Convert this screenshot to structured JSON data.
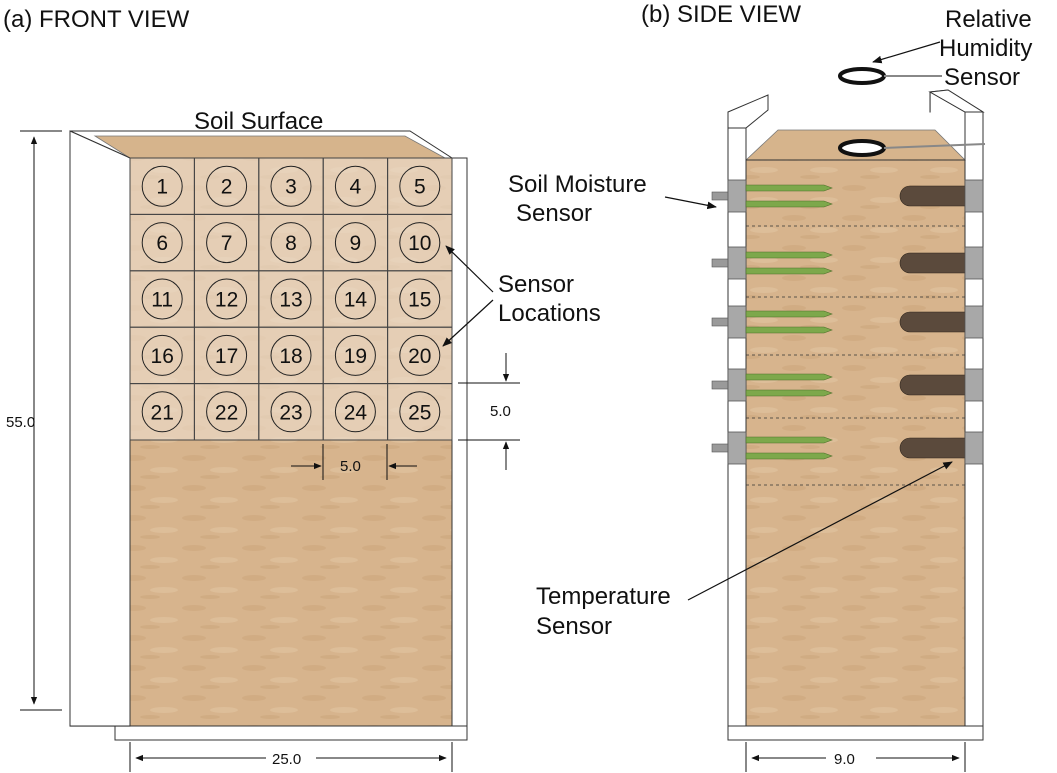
{
  "panels": {
    "front": {
      "title": "(a) FRONT VIEW",
      "surface_label": "Soil Surface",
      "sensor_label_line1": "Sensor",
      "sensor_label_line2": "Locations",
      "sensor_numbers": [
        "1",
        "2",
        "3",
        "4",
        "5",
        "6",
        "7",
        "8",
        "9",
        "10",
        "11",
        "12",
        "13",
        "14",
        "15",
        "16",
        "17",
        "18",
        "19",
        "20",
        "21",
        "22",
        "23",
        "24",
        "25"
      ],
      "dim_height": "55.0",
      "dim_width": "25.0",
      "dim_cell_vertical": "5.0",
      "dim_cell_horizontal": "5.0"
    },
    "side": {
      "title": "(b) SIDE VIEW",
      "rh_line1": "Relative",
      "rh_line2": "Humidity",
      "rh_line3": "Sensor",
      "moisture_line1": "Soil Moisture",
      "moisture_line2": "Sensor",
      "temp_line1": "Temperature",
      "temp_line2": "Sensor",
      "dim_width": "9.0"
    }
  },
  "colors": {
    "soil": "#d7b48d",
    "soil_light": "#e6ceb2",
    "grid_zone": "#efe0d0",
    "moisture_probe": "#7da84b",
    "temperature_probe": "#5b4a3c",
    "frame": "#ffffff",
    "connector": "#9a9a9a"
  }
}
